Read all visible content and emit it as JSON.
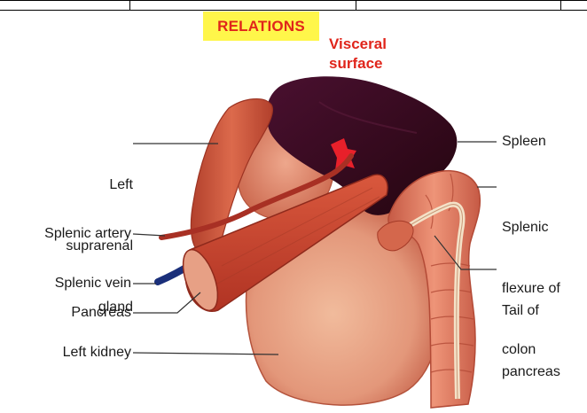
{
  "header": {
    "title": "RELATIONS",
    "subtitle_line1": "Visceral",
    "subtitle_line2": "surface"
  },
  "labels": {
    "left_suprarenal_gland": [
      "Left",
      "suprarenal",
      "gland"
    ],
    "splenic_artery": "Splenic artery",
    "splenic_vein": "Splenic vein",
    "pancreas": "Pancreas",
    "left_kidney": "Left kidney",
    "spleen": "Spleen",
    "splenic_flexure": [
      "Splenic",
      "flexure of",
      "colon"
    ],
    "tail_of_pancreas": [
      "Tail of",
      "pancreas"
    ]
  },
  "colors": {
    "title_bg": "#fff64a",
    "title_text": "#e0251b",
    "spleen": "#3a0a24",
    "kidney": "#e9a98a",
    "pancreas": "#c9432f",
    "colon": "#e07a63",
    "artery": "#a83024",
    "vein": "#1a2f7a"
  }
}
